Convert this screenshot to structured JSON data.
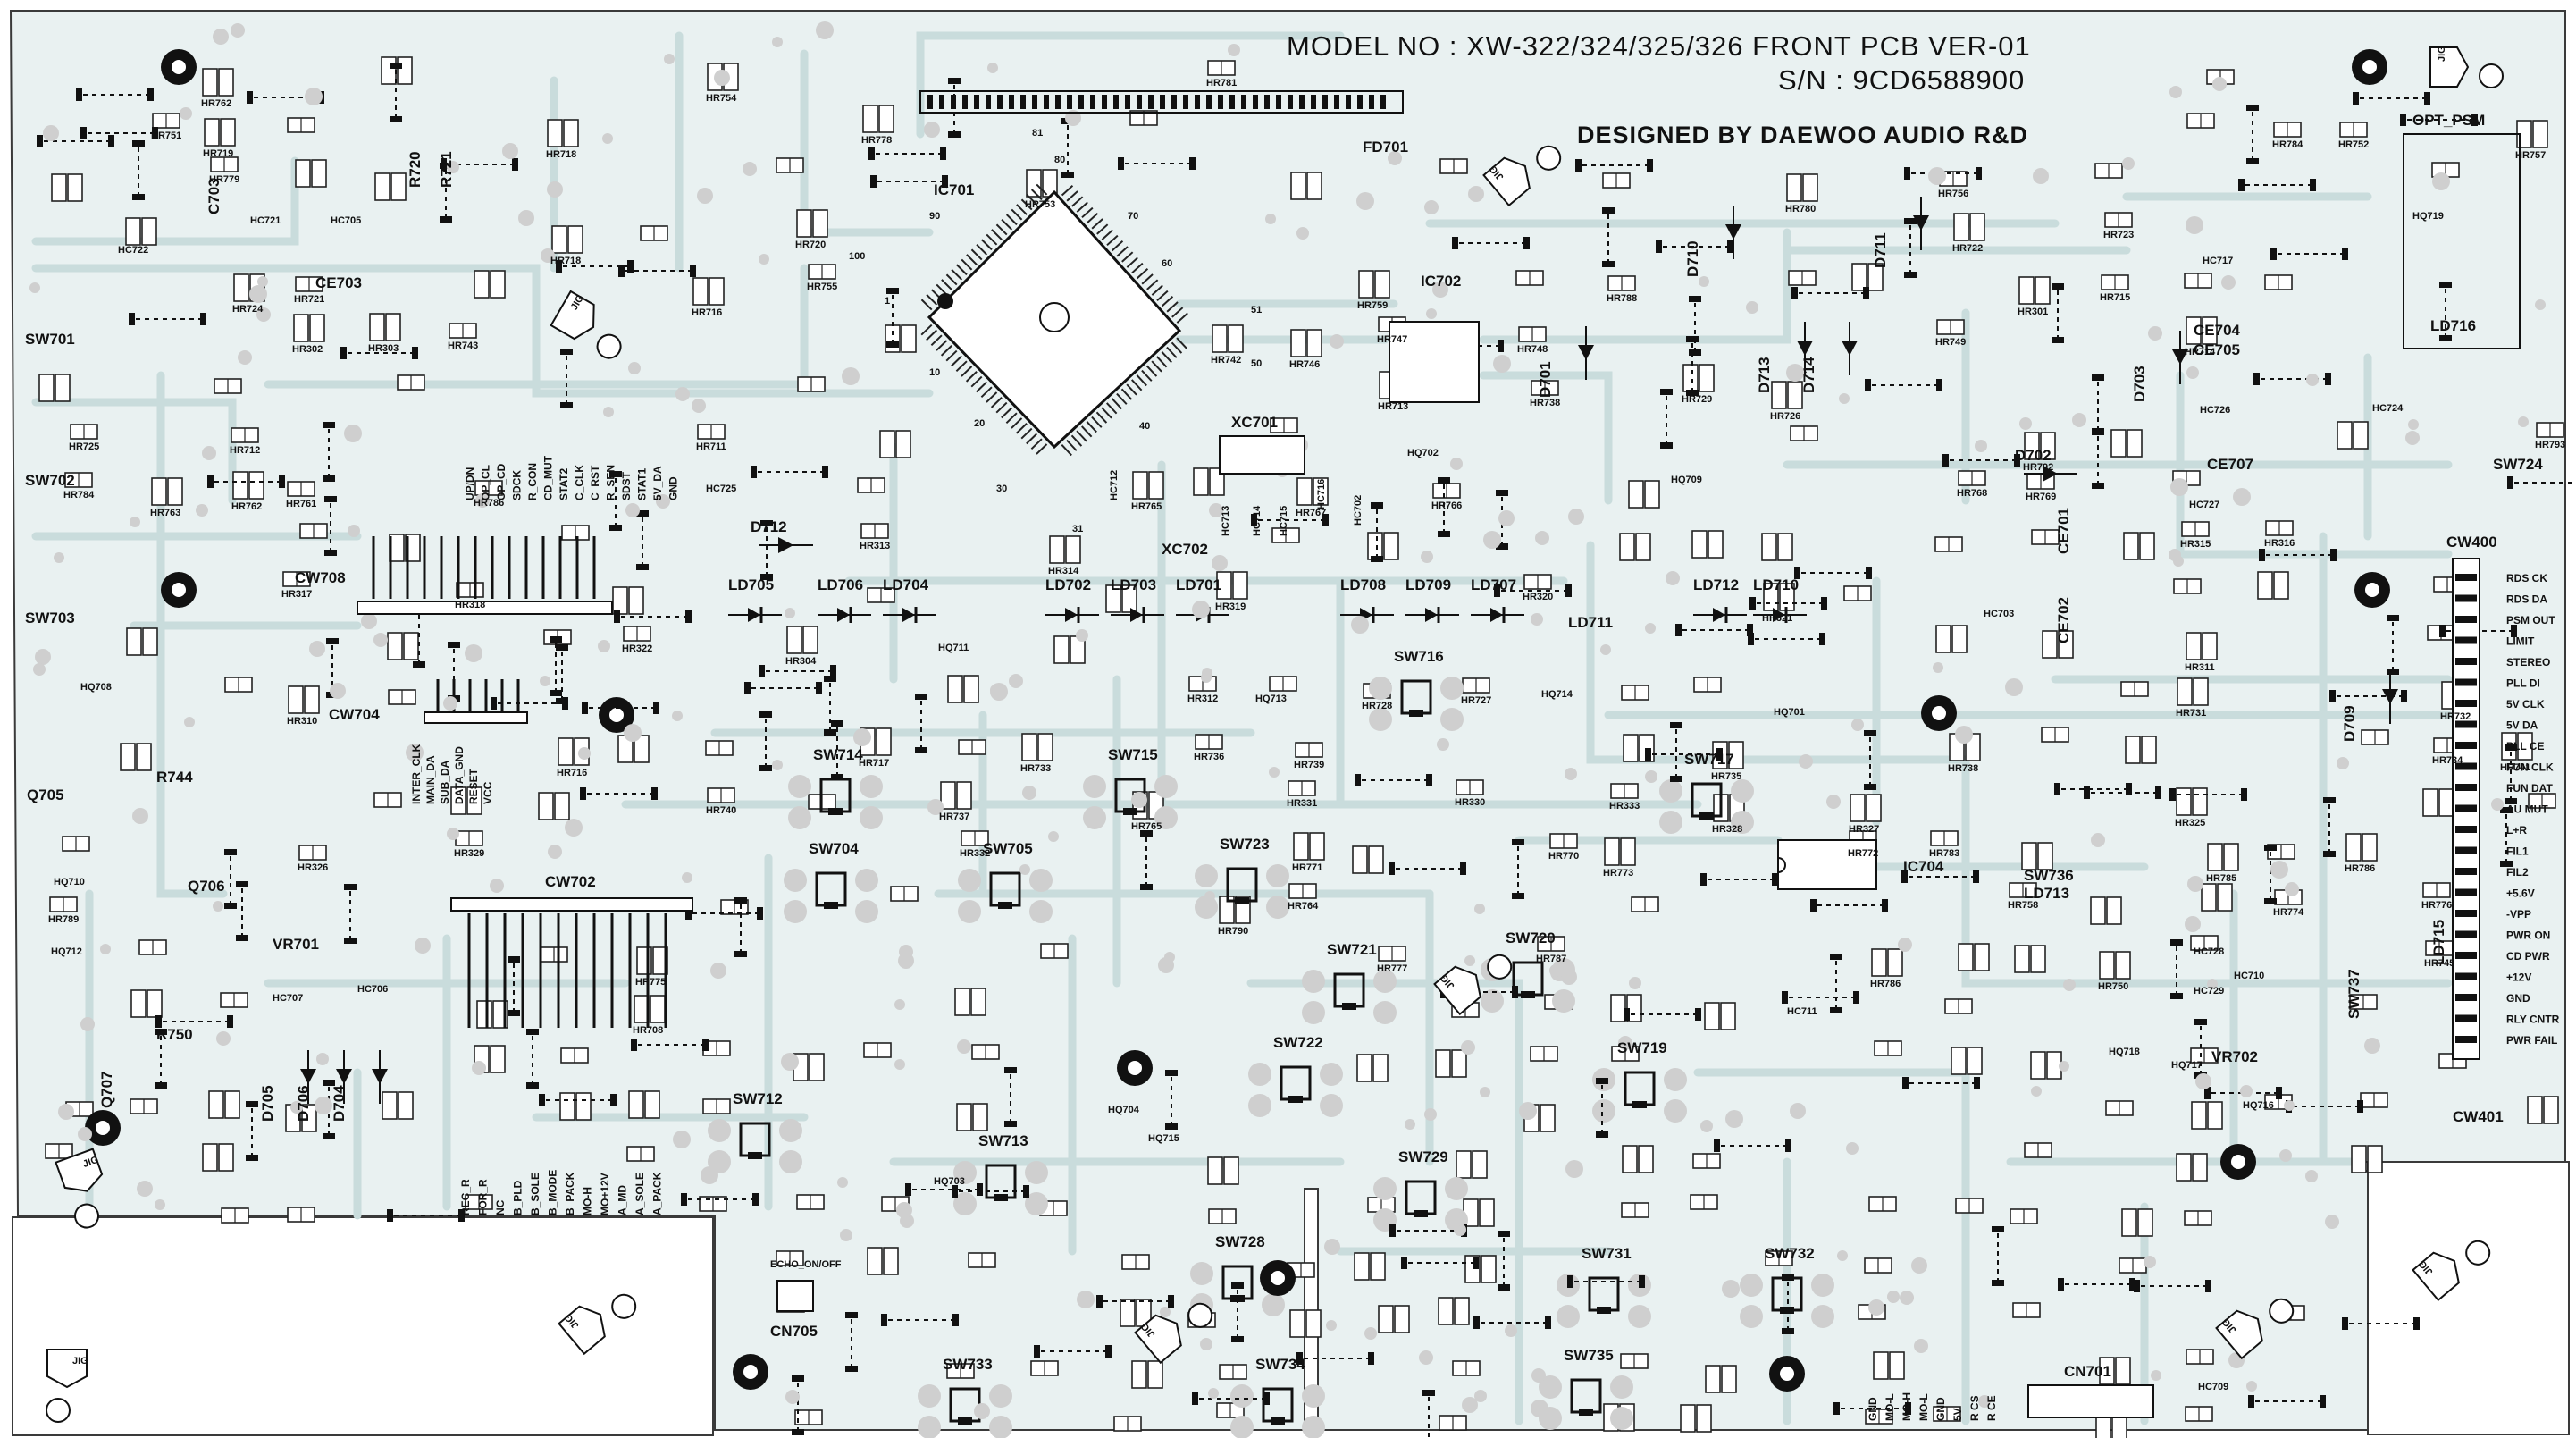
{
  "header": {
    "model": "MODEL NO : XW-322/324/325/326 FRONT PCB VER-01",
    "serial": "S/N : 9CD6588900",
    "designer": "DESIGNED BY DAEWOO AUDIO R&D"
  },
  "jig_text": "JIG",
  "ics": {
    "ic701": "IC701",
    "ic702": "IC702",
    "ic704": "IC704",
    "xc701": "XC701",
    "xc702": "XC702",
    "fd701": "FD701",
    "vr701": "VR701",
    "vr702": "VR702",
    "opt_psm": "OPT_PSM",
    "ld715": "LD715",
    "ld716": "LD716",
    "ld711": "LD711",
    "ld713": "LD713",
    "q705": "Q705",
    "q706": "Q706",
    "q707": "Q707",
    "r744": "R744",
    "r750": "R750",
    "r720": "R720",
    "r721": "R721",
    "ce703": "CE703",
    "c703": "C703",
    "ce701": "CE701",
    "ce702": "CE702",
    "ce704": "CE704",
    "ce705": "CE705",
    "ce707": "CE707",
    "sw724": "SW724",
    "sw736": "SW736",
    "sw737": "SW737",
    "echo": "ECHO_ON/OFF"
  },
  "ic701_pins": {
    "p1": "1",
    "p30": "30",
    "p31": "31",
    "p50": "50",
    "p51": "51",
    "p80": "80",
    "p81": "81",
    "p100": "100"
  },
  "connectors": {
    "cw708": "CW708",
    "cw704": "CW704",
    "cw702": "CW702",
    "cw400": "CW400",
    "cw401": "CW401",
    "cn701": "CN701",
    "cn705": "CN705"
  },
  "cw400_pins": [
    "RDS CK",
    "RDS DA",
    "PSM OUT",
    "LIMIT",
    "STEREO",
    "PLL DI",
    "5V CLK",
    "5V DA",
    "PLL CE",
    "FUN CLK",
    "FUN DAT",
    "AU MUT",
    "L+R",
    "FIL1",
    "FIL2",
    "+5.6V",
    "-VPP",
    "PWR ON",
    "CD PWR",
    "+12V",
    "GND",
    "RLY CNTR",
    "PWR FAIL"
  ],
  "cw708_pins": [
    "UP/DN",
    "OP_CL",
    "OP_CD",
    "SDCK",
    "R_CON",
    "CD_MUT",
    "STAT2",
    "C_CLK",
    "C_RST",
    "R_SEN",
    "SDST",
    "STAT1",
    "5V_DA",
    "GND"
  ],
  "cw704_pins": [
    "INTER_CLK",
    "MAIN_DA",
    "SUB_DA",
    "DATA_GND",
    "RESET",
    "VCC"
  ],
  "cw702_pins": [
    "REC_R",
    "FOR_R",
    "NC",
    "B_PLD",
    "B_SOLE",
    "B_MODE",
    "B_PACK",
    "MO-H",
    "MO+12V",
    "A_MD",
    "A_SOLE",
    "A_PACK"
  ],
  "cn701_pins": [
    "GND",
    "MO-L",
    "MO-H",
    "MO-L",
    "GND",
    "5V",
    "R CS",
    "R CE"
  ],
  "switches": [
    "SW704",
    "SW705",
    "SW712",
    "SW713",
    "SW714",
    "SW715",
    "SW716",
    "SW717",
    "SW719",
    "SW720",
    "SW721",
    "SW722",
    "SW723",
    "SW728",
    "SW729",
    "SW731",
    "SW732",
    "SW733",
    "SW734",
    "SW735",
    "SW701",
    "SW702",
    "SW703"
  ],
  "leds": [
    "LD705",
    "LD706",
    "LD704",
    "LD702",
    "LD703",
    "LD701",
    "LD708",
    "LD709",
    "LD707",
    "LD712",
    "LD710"
  ],
  "diodes": [
    "D712",
    "D701",
    "D710",
    "D711",
    "D713",
    "D714",
    "D702",
    "D703",
    "D709",
    "D705",
    "D706",
    "D704"
  ],
  "resistors": [
    "HR762",
    "HR754",
    "HR781",
    "HR751",
    "HR719",
    "HR718",
    "HR778",
    "HR784",
    "HR752",
    "HR757",
    "HR779",
    "HR753",
    "HR780",
    "HR756",
    "HR718",
    "HR720",
    "HR722",
    "HR723",
    "HR724",
    "HR721",
    "HR716",
    "HR755",
    "HR759",
    "HR788",
    "HR301",
    "HR715",
    "HR302",
    "HR303",
    "HR743",
    "HR742",
    "HR746",
    "HR747",
    "HR748",
    "HR749",
    "HR714",
    "HR713",
    "HR738",
    "HR729",
    "HR726",
    "HR725",
    "HR712",
    "HR711",
    "HR792",
    "HR793",
    "HR784",
    "HR763",
    "HR762",
    "HR761",
    "HR786",
    "HR765",
    "HR767",
    "HR766",
    "HR768",
    "HR769",
    "HR313",
    "HR314",
    "HR315",
    "HR316",
    "HR317",
    "HR318",
    "HR319",
    "HR320",
    "HR321",
    "HR322",
    "HR304",
    "HR311",
    "HR310",
    "HR312",
    "HR728",
    "HR727",
    "HR731",
    "HR732",
    "HR716",
    "HR717",
    "HR733",
    "HR736",
    "HR739",
    "HR735",
    "HR738",
    "HR734",
    "HR741",
    "HR740",
    "HR737",
    "HR765",
    "HR331",
    "HR330",
    "HR333",
    "HR328",
    "HR327",
    "HR325",
    "HR326",
    "HR329",
    "HR332",
    "HR771",
    "HR770",
    "HR773",
    "HR772",
    "HR783",
    "HR785",
    "HR786",
    "HR789",
    "HR790",
    "HR764",
    "HR758",
    "HR774",
    "HR776",
    "HR775",
    "HR777",
    "HR787",
    "HR786",
    "HR750",
    "HR745",
    "HR708"
  ],
  "capacitors": [
    "HC721",
    "HC722",
    "HC705",
    "HC725",
    "HC712",
    "HC713",
    "HC714",
    "HC715",
    "HC716",
    "HC702",
    "HC703",
    "HC717",
    "HC726",
    "HC727",
    "HC724",
    "HC707",
    "HC706",
    "HC711",
    "HC710",
    "HC728",
    "HC729",
    "HC709"
  ],
  "transistors": [
    "HQ708",
    "HQ710",
    "HQ712",
    "HQ711",
    "HQ713",
    "HQ714",
    "HQ701",
    "HQ702",
    "HQ703",
    "HQ704",
    "HQ715",
    "HQ716",
    "HQ717",
    "HQ718",
    "HQ719",
    "HQ709"
  ],
  "colors": {
    "board": "#e9f1f1",
    "trace": "#c9dcdc",
    "pad": "#ffffff",
    "ink": "#111111",
    "outline": "#3a3a3a"
  }
}
